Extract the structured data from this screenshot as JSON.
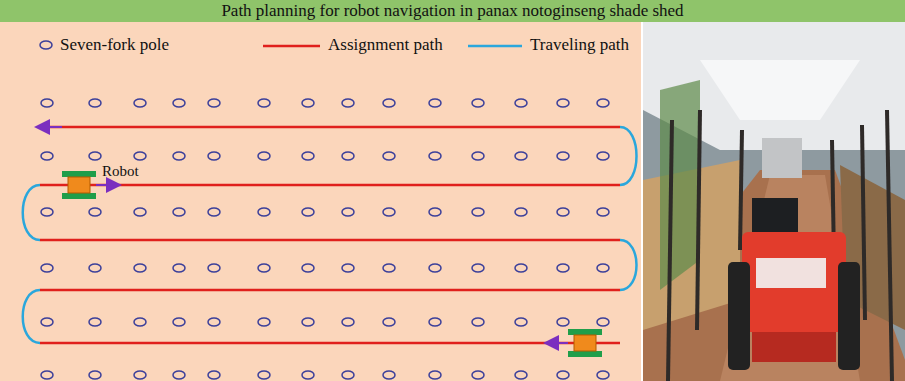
{
  "diagram": {
    "title": "Path planning for robot navigation in panax notoginseng shade shed",
    "labels": [
      "Robot"
    ],
    "legend": [
      {
        "text": "Seven-fork pole"
      },
      {
        "text": "Assignment path"
      },
      {
        "text": "Traveling path"
      }
    ]
  }
}
